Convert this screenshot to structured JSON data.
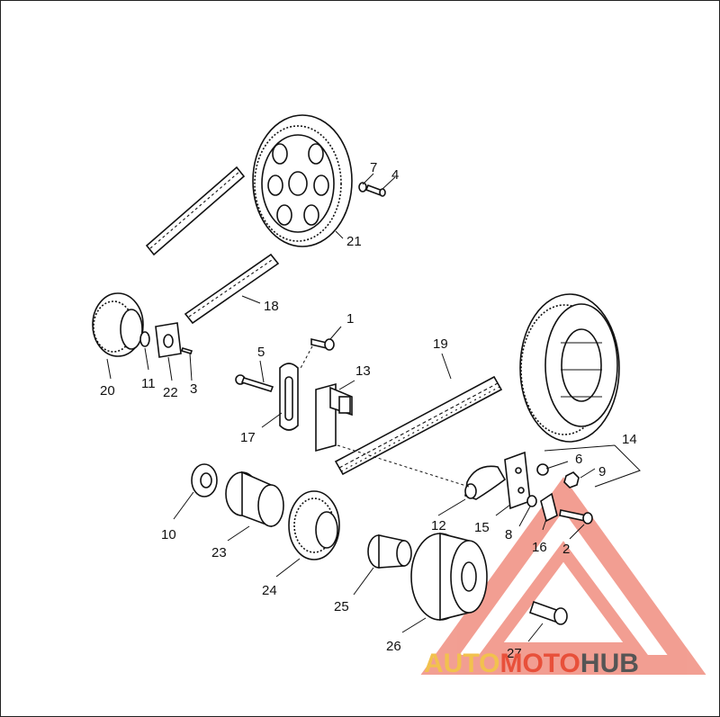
{
  "callouts": {
    "c1": "1",
    "c2": "2",
    "c3": "3",
    "c4": "4",
    "c5": "5",
    "c6": "6",
    "c7": "7",
    "c8": "8",
    "c9": "9",
    "c10": "10",
    "c11": "11",
    "c12": "12",
    "c13": "13",
    "c14": "14",
    "c15": "15",
    "c16": "16",
    "c17": "17",
    "c18": "18",
    "c19": "19",
    "c20": "20",
    "c21": "21",
    "c22": "22",
    "c23": "23",
    "c24": "24",
    "c25": "25",
    "c26": "26",
    "c27": "27"
  },
  "watermark": {
    "part1": "AUTO",
    "part2": "MOTO",
    "part3": "HUB",
    "color_auto": "#f2c14e",
    "color_moto": "#e8503a",
    "color_hub": "#555555",
    "triangle_color": "#e8503a"
  }
}
